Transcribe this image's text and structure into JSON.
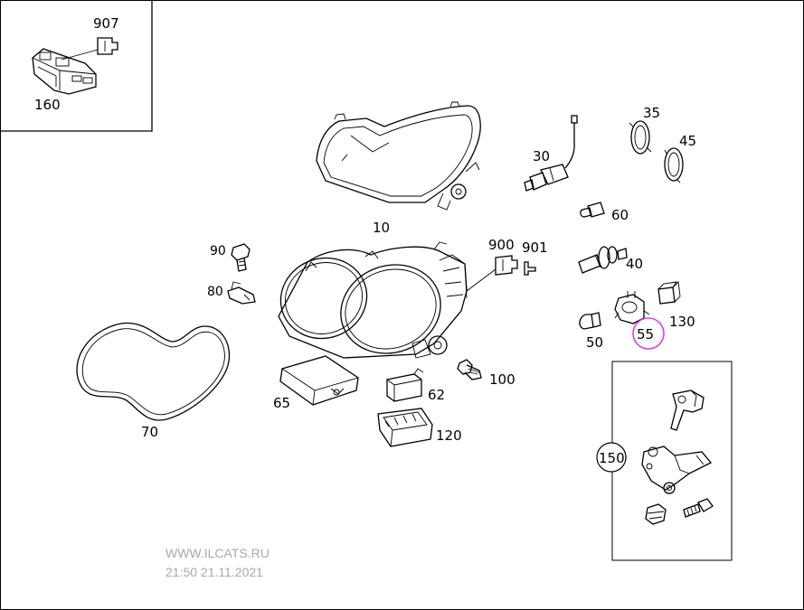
{
  "labels": {
    "p907": "907",
    "p160": "160",
    "p10": "10",
    "p30": "30",
    "p35": "35",
    "p45": "45",
    "p60": "60",
    "p90": "90",
    "p80": "80",
    "p900": "900",
    "p901": "901",
    "p40": "40",
    "p130": "130",
    "p55": "55",
    "p50": "50",
    "p100": "100",
    "p65": "65",
    "p62": "62",
    "p120": "120",
    "p70": "70",
    "p150": "150"
  },
  "watermark": {
    "site": "WWW.ILCATS.RU",
    "timestamp": "21:50 21.11.2021"
  },
  "colors": {
    "highlight": "#e040e0",
    "watermark": "#a8a8a8"
  }
}
